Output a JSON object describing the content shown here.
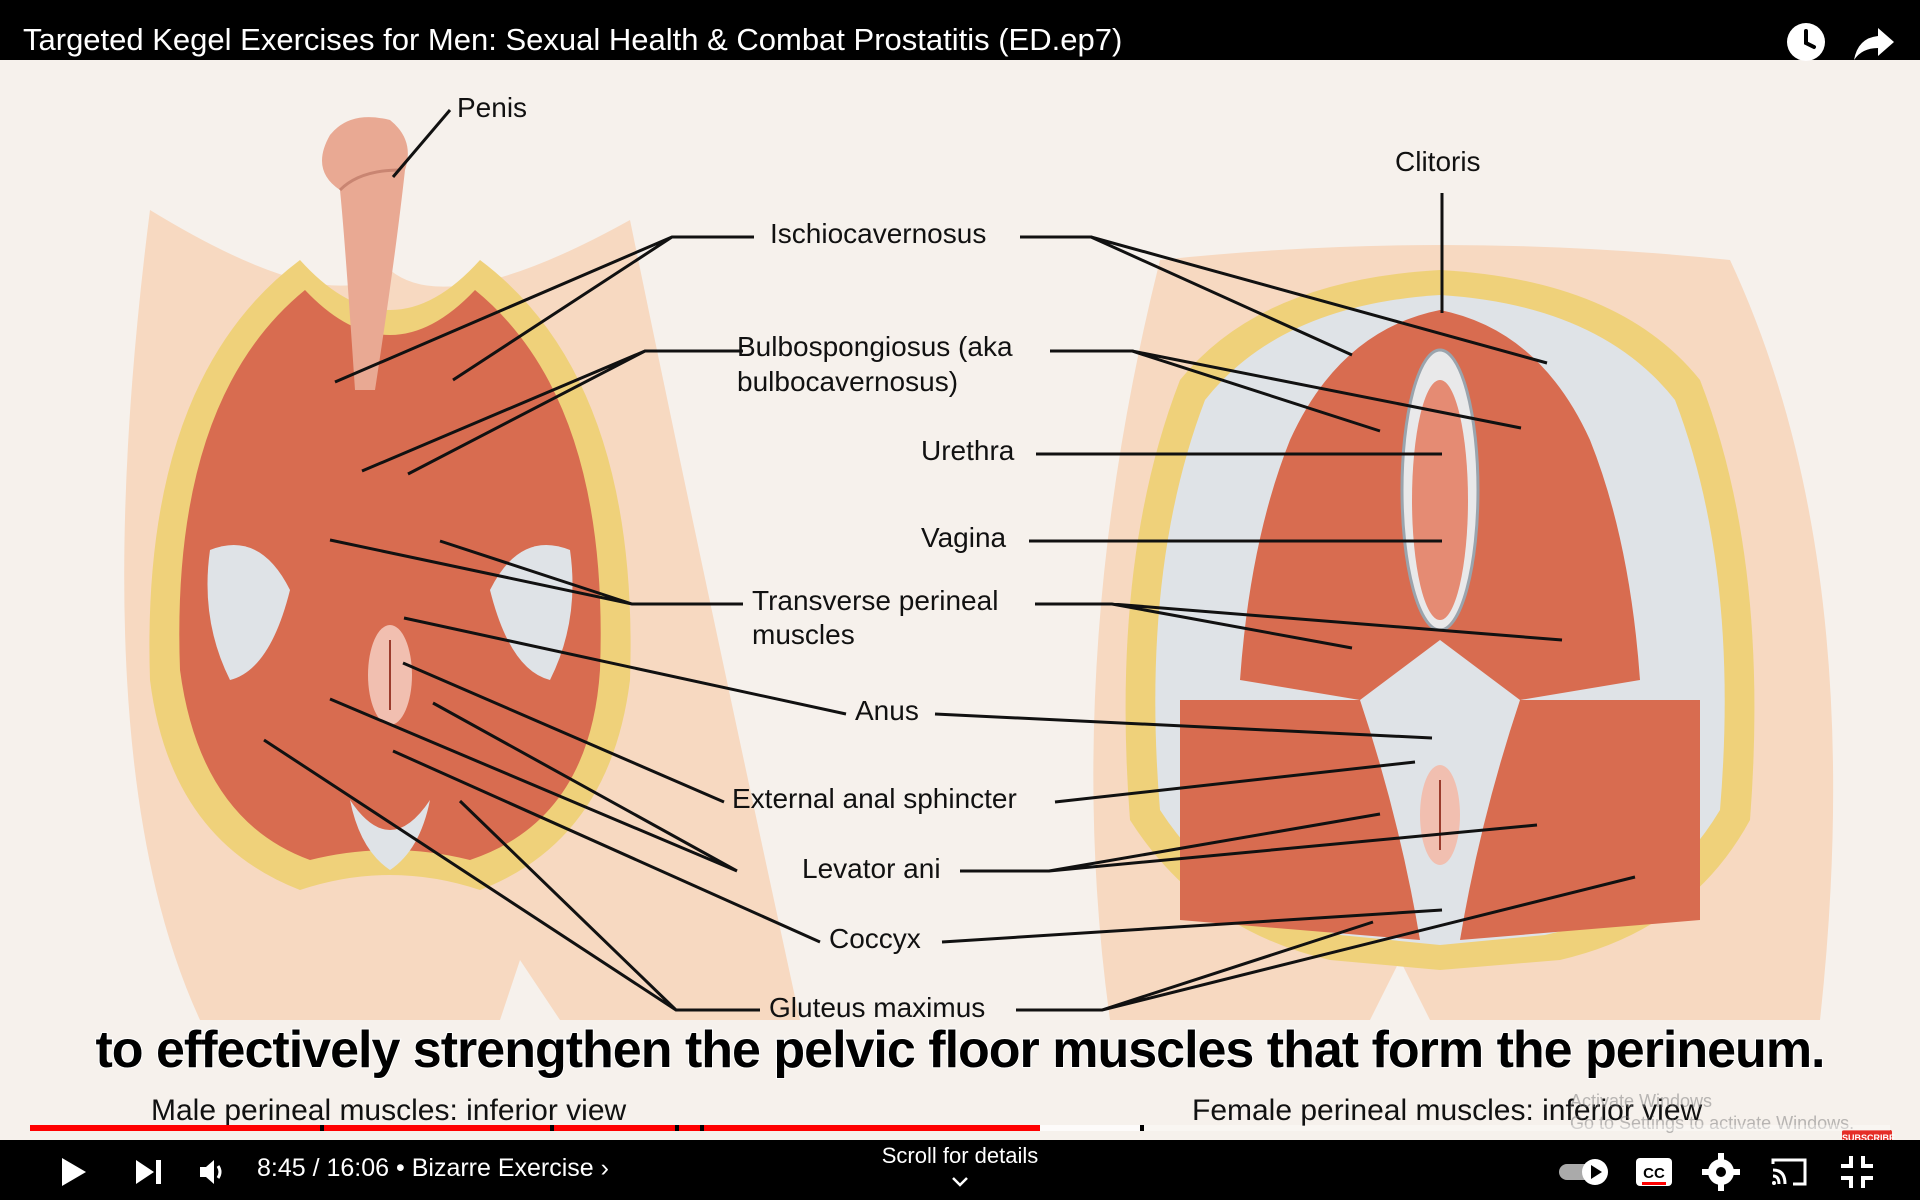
{
  "video": {
    "title": "Targeted Kegel Exercises for Men: Sexual Health & Combat Prostatitis (ED.ep7)",
    "caption": "to effectively strengthen the pelvic floor muscles that form the perineum."
  },
  "diagram": {
    "labels": {
      "penis": "Penis",
      "clitoris": "Clitoris",
      "ischiocavernosus": "Ischiocavernosus",
      "bulbospongiosus_1": "Bulbospongiosus (aka",
      "bulbospongiosus_2": "bulbocavernosus)",
      "urethra": "Urethra",
      "vagina": "Vagina",
      "transverse_1": "Transverse perineal",
      "transverse_2": "muscles",
      "anus": "Anus",
      "external_anal_sphincter": "External anal sphincter",
      "levator_ani": "Levator ani",
      "coccyx": "Coccyx",
      "gluteus_maximus": "Gluteus maximus"
    },
    "male_caption": "Male perineal muscles: inferior view",
    "female_caption": "Female perineal muscles: inferior view"
  },
  "player": {
    "time": "8:45 / 16:06",
    "chapter": "• Bizarre Exercise ›",
    "scroll_hint": "Scroll for details",
    "watermark_line1": "Activate Windows",
    "watermark_line2": "Go to Settings to activate Windows.",
    "subscribe": "SUBSCRIBE",
    "progress_percent": 54.3,
    "icons": [
      "play-icon",
      "next-icon",
      "volume-icon",
      "autoplay-toggle-icon",
      "cc-icon",
      "settings-icon",
      "cast-icon",
      "exit-fullscreen-icon",
      "watch-later-icon",
      "share-icon"
    ],
    "accent_color": "#ff0000"
  }
}
